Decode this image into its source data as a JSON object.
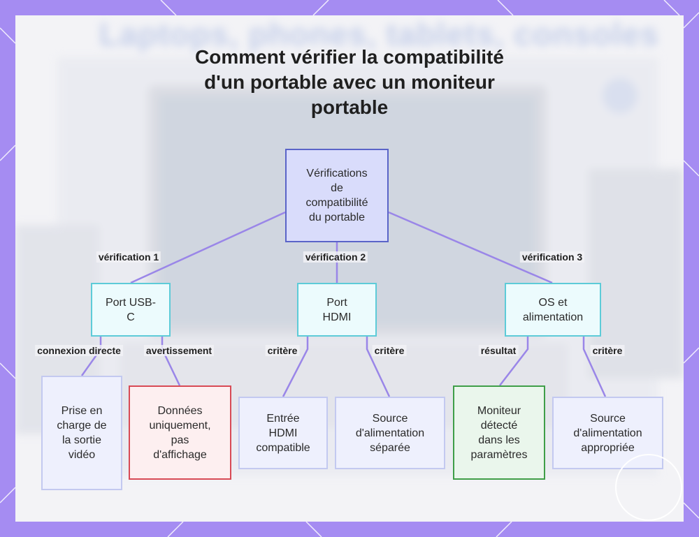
{
  "title": "Comment vérifier la compatibilité\nd'un portable avec un moniteur\nportable",
  "background": {
    "heading": "Laptops, phones, tablets, consoles",
    "frame_color": "#a58cf2"
  },
  "colors": {
    "edge": "#9a86e8",
    "root_border": "#5a64c8",
    "level1_border": "#5dcbd8",
    "warning_border": "#d84a55",
    "success_border": "#3f9e48"
  },
  "diagram": {
    "root": {
      "label": "Vérifications\nde\ncompatibilité\ndu portable"
    },
    "branches": [
      {
        "edge_label": "vérification 1",
        "label": "Port USB-\nC"
      },
      {
        "edge_label": "vérification 2",
        "label": "Port\nHDMI"
      },
      {
        "edge_label": "vérification 3",
        "label": "OS et\nalimentation"
      }
    ],
    "leaves": [
      {
        "edge_label": "connexion directe",
        "label": "Prise en\ncharge de\nla sortie\nvidéo"
      },
      {
        "edge_label": "avertissement",
        "label": "Données\nuniquement,\npas\nd'affichage"
      },
      {
        "edge_label": "critère",
        "label": "Entrée\nHDMI\ncompatible"
      },
      {
        "edge_label": "critère",
        "label": "Source\nd'alimentation\nséparée"
      },
      {
        "edge_label": "résultat",
        "label": "Moniteur\ndétecté\ndans les\nparamètres"
      },
      {
        "edge_label": "critère",
        "label": "Source\nd'alimentation\nappropriée"
      }
    ]
  }
}
